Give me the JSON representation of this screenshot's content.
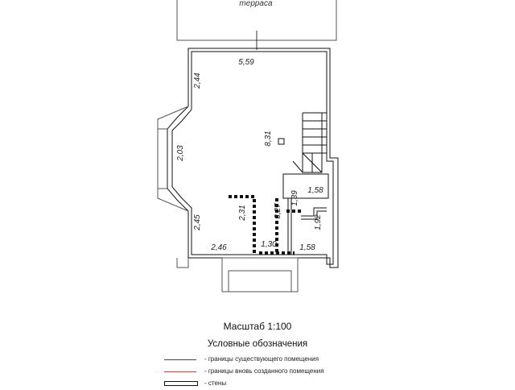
{
  "plan": {
    "terrace_label": "терраса",
    "dimensions": {
      "top_width": "5,59",
      "left_upper": "2,44",
      "left_bay": "2,03",
      "left_lower": "2,45",
      "bottom_left": "2,46",
      "bottom_mid": "1,30",
      "bottom_right": "1,58",
      "total_length": "8,31",
      "partition_left": "2,31",
      "partition_mid": "3,27",
      "small_room_height": "1,39",
      "small_room_width": "1,58",
      "bath_height": "1,92"
    },
    "colors": {
      "walls": "#111111",
      "outline": "#555555",
      "new_boundary": "#c0392b"
    }
  },
  "scale_text": "Масштаб 1:100",
  "legend": {
    "title": "Условные обозначения",
    "items": [
      {
        "text": "- границы существующего помещения",
        "style": "existing"
      },
      {
        "text": "- границы вновь созданного помещения",
        "style": "new"
      },
      {
        "text": "- стены",
        "style": "walls"
      }
    ]
  }
}
